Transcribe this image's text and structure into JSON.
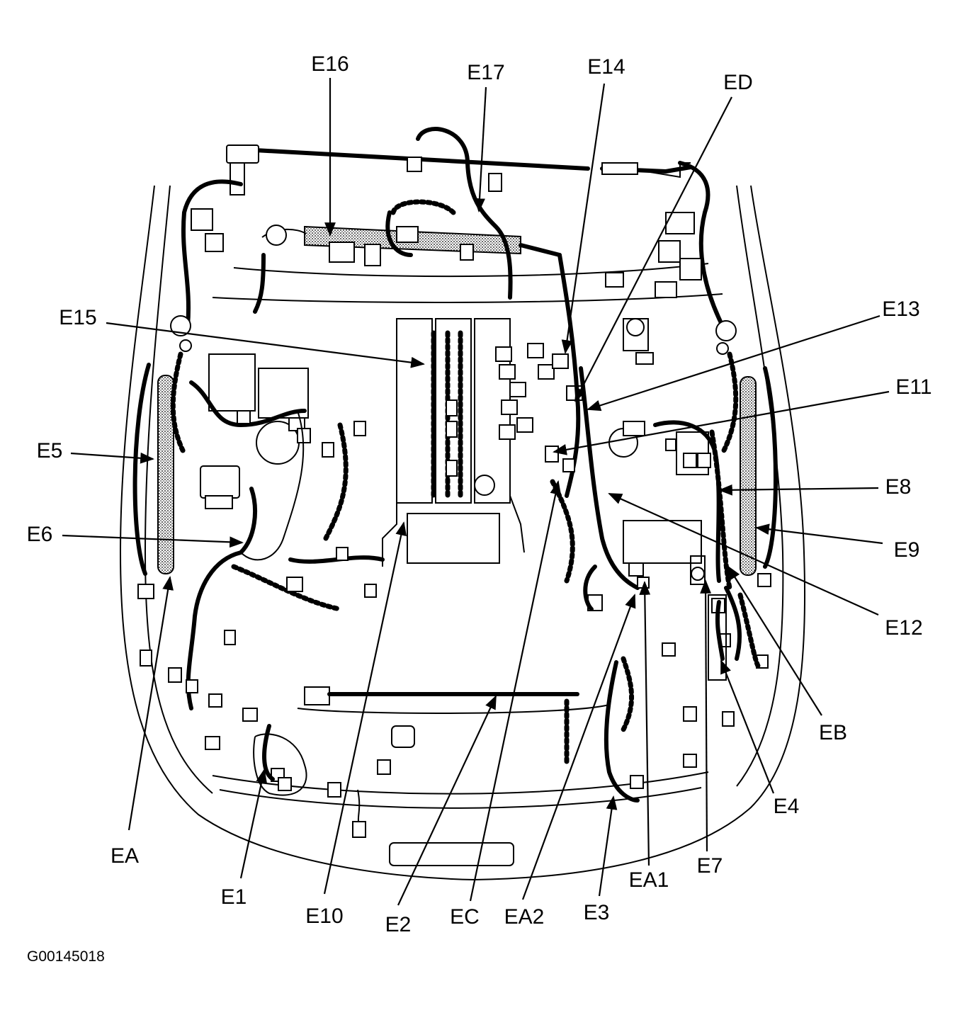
{
  "figure_id": "G00145018",
  "callouts": [
    {
      "id": "E16",
      "text": "E16"
    },
    {
      "id": "E17",
      "text": "E17"
    },
    {
      "id": "E14",
      "text": "E14"
    },
    {
      "id": "ED",
      "text": "ED"
    },
    {
      "id": "E13",
      "text": "E13"
    },
    {
      "id": "E15",
      "text": "E15"
    },
    {
      "id": "E11",
      "text": "E11"
    },
    {
      "id": "E5",
      "text": "E5"
    },
    {
      "id": "E8",
      "text": "E8"
    },
    {
      "id": "E6",
      "text": "E6"
    },
    {
      "id": "E9",
      "text": "E9"
    },
    {
      "id": "E12",
      "text": "E12"
    },
    {
      "id": "EB",
      "text": "EB"
    },
    {
      "id": "E4",
      "text": "E4"
    },
    {
      "id": "EA",
      "text": "EA"
    },
    {
      "id": "E7",
      "text": "E7"
    },
    {
      "id": "EA1",
      "text": "EA1"
    },
    {
      "id": "E1",
      "text": "E1"
    },
    {
      "id": "E3",
      "text": "E3"
    },
    {
      "id": "E10",
      "text": "E10"
    },
    {
      "id": "E2",
      "text": "E2"
    },
    {
      "id": "EC",
      "text": "EC"
    },
    {
      "id": "EA2",
      "text": "EA2"
    }
  ]
}
